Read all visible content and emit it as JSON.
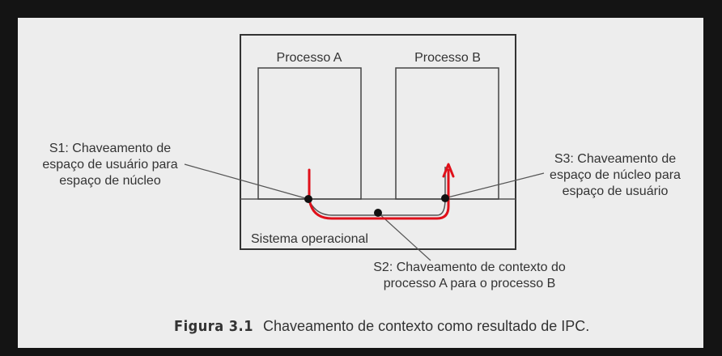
{
  "diagram": {
    "process_a": "Processo A",
    "process_b": "Processo B",
    "os": "Sistema operacional",
    "s1": [
      "S1: Chaveamento de",
      "espaço de usuário para",
      "espaço de núcleo"
    ],
    "s2": [
      "S2: Chaveamento de contexto do",
      "processo A para o processo B"
    ],
    "s3": [
      "S3: Chaveamento de",
      "espaço de núcleo para",
      "espaço de usuário"
    ]
  },
  "caption": {
    "figure": "Figura 3.1",
    "text": "Chaveamento de contexto como resultado de IPC."
  },
  "colors": {
    "background": "#141414",
    "slide": "#ededed",
    "lines": "#333333",
    "annotation_red": "#e0101a"
  }
}
